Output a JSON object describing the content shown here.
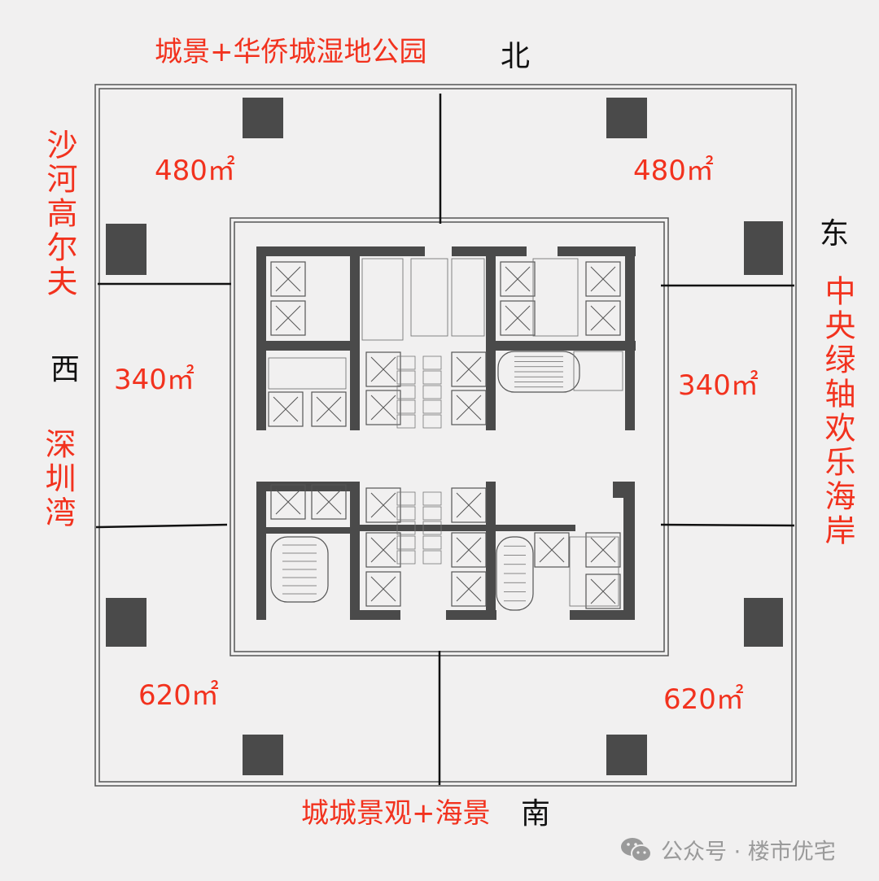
{
  "orientation": {
    "north": "北",
    "south": "南",
    "east": "东",
    "west": "西"
  },
  "views": {
    "north": "城景+华侨城湿地公园",
    "south": "城城景观+海景",
    "west_upper": "沙河高尔夫",
    "west_lower": "深圳湾",
    "east": "中央绿轴欢乐海岸"
  },
  "units": {
    "nw": "480㎡",
    "ne": "480㎡",
    "w": "340㎡",
    "e": "340㎡",
    "sw": "620㎡",
    "se": "620㎡"
  },
  "watermark": {
    "icon": "wechat-icon",
    "text": "公众号 · 楼市优宅"
  },
  "colors": {
    "label_red": "#f2321e",
    "wall": "#4a4a4a",
    "background": "#f1f0f0"
  }
}
